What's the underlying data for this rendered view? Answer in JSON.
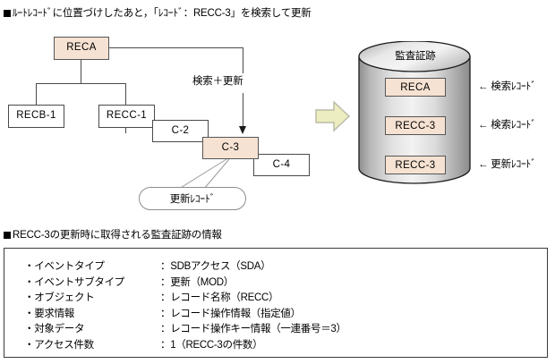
{
  "headings": {
    "top": "■ﾙｰﾄﾚｺｰﾄﾞに位置づけしたあと，「ﾚｺｰﾄﾞ：RECC-3」を検索して更新",
    "top_text": "ﾙｰﾄﾚｺｰﾄﾞに位置づけしたあと，「ﾚｺｰﾄﾞ：RECC-3」を検索して更新",
    "bottom_text": "RECC-3の更新時に取得される監査証跡の情報"
  },
  "tree": {
    "root": "RECA",
    "child_b": "RECB-1",
    "child_c": "RECC-1",
    "c2": "C-2",
    "c3": "C-3",
    "c4": "C-4",
    "flow_label": "検索＋更新",
    "callout": "更新ﾚｺｰﾄﾞ"
  },
  "cylinder": {
    "title": "監査証跡",
    "records": [
      {
        "name": "RECA",
        "side_label": "← 検索ﾚｺｰﾄﾞ"
      },
      {
        "name": "RECC-3",
        "side_label": "← 検索ﾚｺｰﾄﾞ"
      },
      {
        "name": "RECC-3",
        "side_label": "← 更新ﾚｺｰﾄﾞ"
      }
    ]
  },
  "info": {
    "rows": [
      {
        "label": "・イベントタイプ",
        "value": "：SDBアクセス（SDA）"
      },
      {
        "label": "・イベントサブタイプ",
        "value": "：更新（MOD）"
      },
      {
        "label": "・オブジェクト",
        "value": "：レコード名称（RECC）"
      },
      {
        "label": "・要求情報",
        "value": "：レコード操作情報（指定値）"
      },
      {
        "label": "・対象データ",
        "value": "：レコード操作キー情報（一連番号＝3）"
      },
      {
        "label": "・アクセス件数",
        "value": "：1（RECC-3の件数）"
      }
    ]
  },
  "colors": {
    "highlight_fill": "#f6e2d2",
    "arrow_fill": "#ecedc0",
    "line": "#4a4a4a"
  }
}
